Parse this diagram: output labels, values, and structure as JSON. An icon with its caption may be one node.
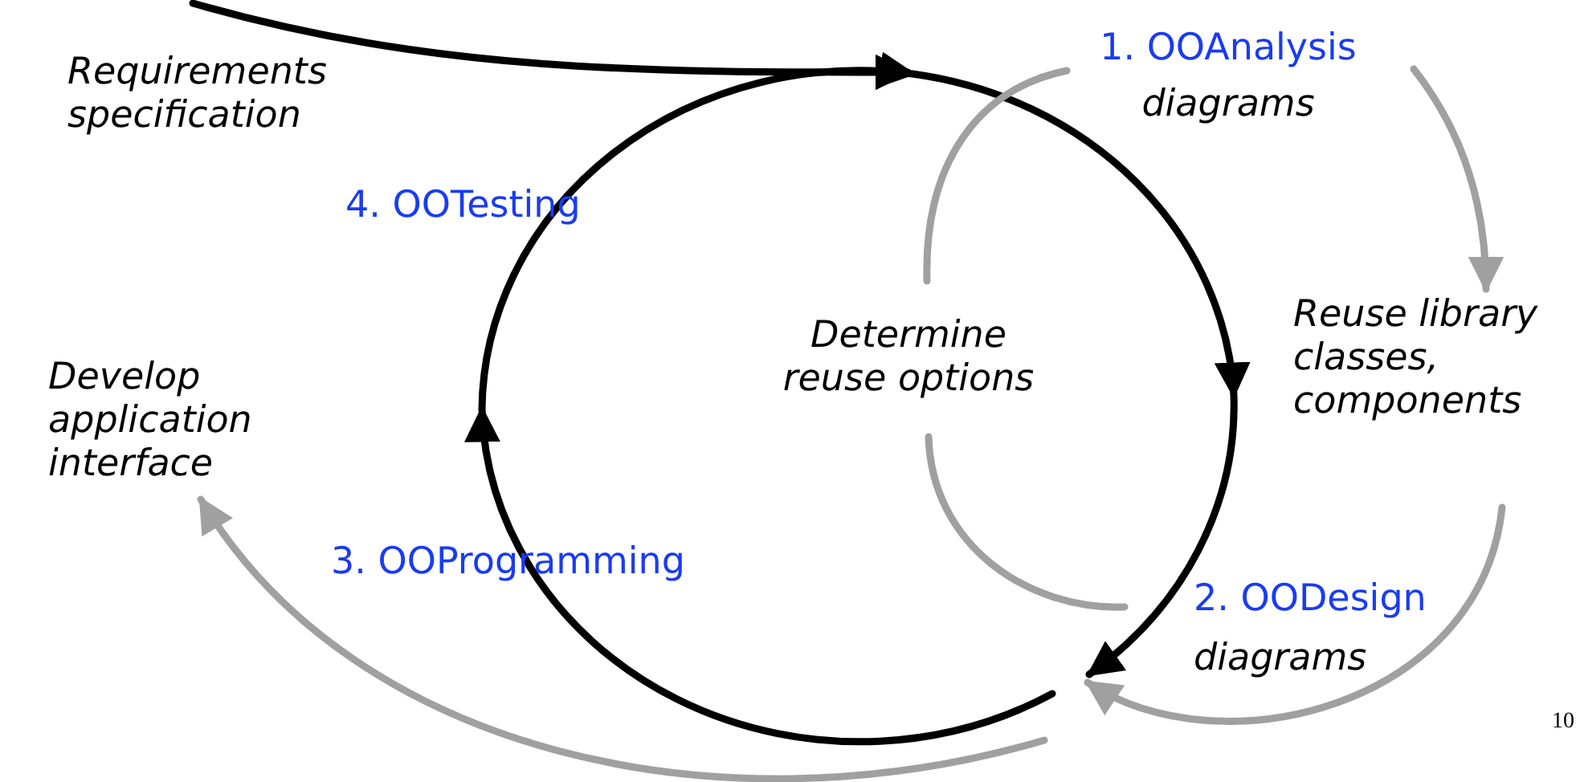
{
  "diagram": {
    "nodes": [
      {
        "text": [
          "Requirements specification"
        ]
      },
      {
        "text": [
          "1. OOAnalysis",
          "diagrams"
        ]
      },
      {
        "text": [
          "Determine reuse options"
        ]
      },
      {
        "text": [
          "Reuse library classes, components"
        ]
      },
      {
        "text": [
          "Develop application interface"
        ]
      },
      {
        "text": [
          "2. OODesign",
          "diagrams"
        ]
      }
    ],
    "edges": [
      {
        "from": 0,
        "to": null,
        "arrow": "to",
        "color": "#000000"
      },
      {
        "from": null,
        "to": 5,
        "arrow": "to",
        "color": "#000000"
      },
      {
        "from": 1,
        "to": 3,
        "arrow": "to",
        "color": "#a0a0a0"
      },
      {
        "from": 3,
        "to": 5,
        "arrow": "to",
        "color": "#a0a0a0"
      },
      {
        "from": null,
        "to": 4,
        "arrow": "to",
        "color": "#a0a0a0"
      },
      {
        "from": 2,
        "to": 1,
        "arrow": "none",
        "color": "#a0a0a0"
      },
      {
        "from": 2,
        "to": 5,
        "arrow": "none",
        "color": "#a0a0a0"
      }
    ],
    "labels": [
      "4. OOTesting",
      "3. OOProgramming",
      "10"
    ]
  }
}
